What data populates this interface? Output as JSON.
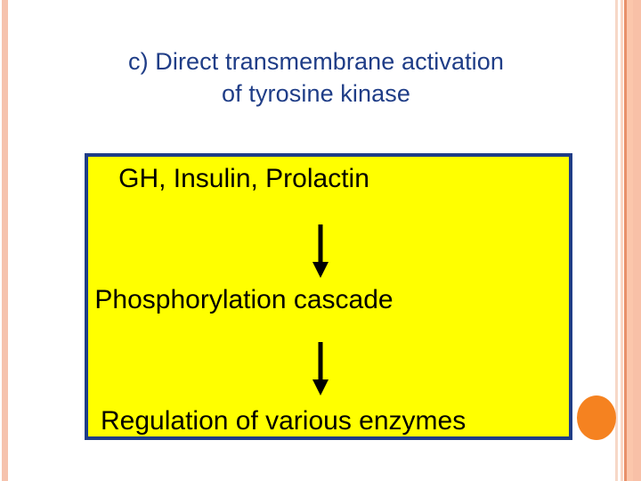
{
  "slide": {
    "title": {
      "line1": "c) Direct transmembrane activation",
      "line2": "of tyrosine kinase",
      "color": "#1f3d87"
    },
    "diagram": {
      "box": {
        "fill_color": "#ffff00",
        "border_color": "#1f3d87"
      },
      "steps": [
        {
          "label": "GH, Insulin, Prolactin"
        },
        {
          "label": "Phosphorylation cascade"
        },
        {
          "label": "Regulation of various enzymes"
        }
      ],
      "connectors": [
        {
          "name": "arrow-down-icon"
        },
        {
          "name": "arrow-down-icon"
        }
      ]
    },
    "decorations": {
      "orange_circle": {
        "color": "#f58220"
      },
      "edge_stripes": {
        "left": [
          "#f6c3ae"
        ],
        "right": [
          "#f7d8c8",
          "#fad6c4",
          "#e8906a",
          "#fbc6ab",
          "#f8c0a7"
        ]
      }
    }
  }
}
